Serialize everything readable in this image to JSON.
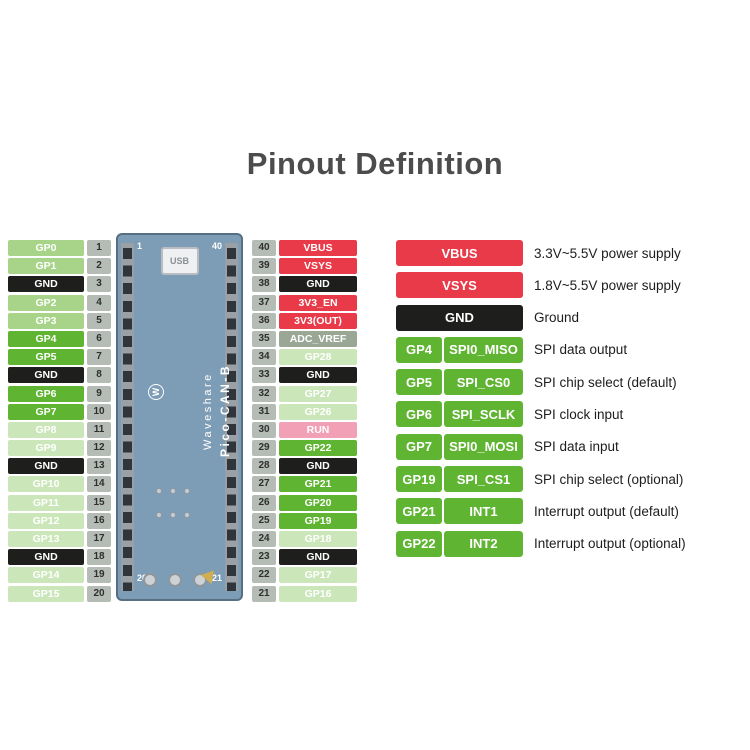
{
  "title": "Pinout Definition",
  "colors": {
    "red": "#e83a48",
    "black": "#1e1e1c",
    "green": "#5fb432",
    "light": "#a7d488",
    "pale": "#cbe7ba",
    "pink": "#f2a0b6",
    "adc": "#9aa795",
    "number_box": "#b5bcb6",
    "board": "#7d9cb5",
    "board_border": "#566f83",
    "strip": "#9aa1a6",
    "pin_square": "#2f353b",
    "title": "#4c4c4c"
  },
  "board": {
    "brand": "Waveshare",
    "model": "Pico-CAN-B",
    "usb_label": "USB",
    "logo_letter": "W",
    "corner_top_left": "1",
    "corner_top_right": "40",
    "corner_bottom_left": "20",
    "corner_bottom_right": "21"
  },
  "left_pins": [
    {
      "n": 1,
      "label": "GP0",
      "type": "light"
    },
    {
      "n": 2,
      "label": "GP1",
      "type": "light"
    },
    {
      "n": 3,
      "label": "GND",
      "type": "black"
    },
    {
      "n": 4,
      "label": "GP2",
      "type": "light"
    },
    {
      "n": 5,
      "label": "GP3",
      "type": "light"
    },
    {
      "n": 6,
      "label": "GP4",
      "type": "green"
    },
    {
      "n": 7,
      "label": "GP5",
      "type": "green"
    },
    {
      "n": 8,
      "label": "GND",
      "type": "black"
    },
    {
      "n": 9,
      "label": "GP6",
      "type": "green"
    },
    {
      "n": 10,
      "label": "GP7",
      "type": "green"
    },
    {
      "n": 11,
      "label": "GP8",
      "type": "pale"
    },
    {
      "n": 12,
      "label": "GP9",
      "type": "pale"
    },
    {
      "n": 13,
      "label": "GND",
      "type": "black"
    },
    {
      "n": 14,
      "label": "GP10",
      "type": "pale"
    },
    {
      "n": 15,
      "label": "GP11",
      "type": "pale"
    },
    {
      "n": 16,
      "label": "GP12",
      "type": "pale"
    },
    {
      "n": 17,
      "label": "GP13",
      "type": "pale"
    },
    {
      "n": 18,
      "label": "GND",
      "type": "black"
    },
    {
      "n": 19,
      "label": "GP14",
      "type": "pale"
    },
    {
      "n": 20,
      "label": "GP15",
      "type": "pale"
    }
  ],
  "right_pins": [
    {
      "n": 40,
      "label": "VBUS",
      "type": "red"
    },
    {
      "n": 39,
      "label": "VSYS",
      "type": "red"
    },
    {
      "n": 38,
      "label": "GND",
      "type": "black"
    },
    {
      "n": 37,
      "label": "3V3_EN",
      "type": "red"
    },
    {
      "n": 36,
      "label": "3V3(OUT)",
      "type": "red"
    },
    {
      "n": 35,
      "label": "ADC_VREF",
      "type": "adc"
    },
    {
      "n": 34,
      "label": "GP28",
      "type": "pale"
    },
    {
      "n": 33,
      "label": "GND",
      "type": "black"
    },
    {
      "n": 32,
      "label": "GP27",
      "type": "pale"
    },
    {
      "n": 31,
      "label": "GP26",
      "type": "pale"
    },
    {
      "n": 30,
      "label": "RUN",
      "type": "pink"
    },
    {
      "n": 29,
      "label": "GP22",
      "type": "green"
    },
    {
      "n": 28,
      "label": "GND",
      "type": "black"
    },
    {
      "n": 27,
      "label": "GP21",
      "type": "green"
    },
    {
      "n": 26,
      "label": "GP20",
      "type": "green"
    },
    {
      "n": 25,
      "label": "GP19",
      "type": "green"
    },
    {
      "n": 24,
      "label": "GP18",
      "type": "pale"
    },
    {
      "n": 23,
      "label": "GND",
      "type": "black"
    },
    {
      "n": 22,
      "label": "GP17",
      "type": "pale"
    },
    {
      "n": 21,
      "label": "GP16",
      "type": "pale"
    }
  ],
  "legend": [
    {
      "pin": "VBUS",
      "func": null,
      "type": "red",
      "desc": "3.3V~5.5V power supply"
    },
    {
      "pin": "VSYS",
      "func": null,
      "type": "red",
      "desc": "1.8V~5.5V power supply"
    },
    {
      "pin": "GND",
      "func": null,
      "type": "black",
      "desc": "Ground"
    },
    {
      "pin": "GP4",
      "func": "SPI0_MISO",
      "type": "green",
      "desc": "SPI data output"
    },
    {
      "pin": "GP5",
      "func": "SPI_CS0",
      "type": "green",
      "desc": "SPI chip select (default)"
    },
    {
      "pin": "GP6",
      "func": "SPI_SCLK",
      "type": "green",
      "desc": "SPI clock input"
    },
    {
      "pin": "GP7",
      "func": "SPI0_MOSI",
      "type": "green",
      "desc": "SPI data input"
    },
    {
      "pin": "GP19",
      "func": "SPI_CS1",
      "type": "green",
      "desc": "SPI chip select (optional)"
    },
    {
      "pin": "GP21",
      "func": "INT1",
      "type": "green",
      "desc": "Interrupt output (default)"
    },
    {
      "pin": "GP22",
      "func": "INT2",
      "type": "green",
      "desc": "Interrupt output (optional)"
    }
  ]
}
